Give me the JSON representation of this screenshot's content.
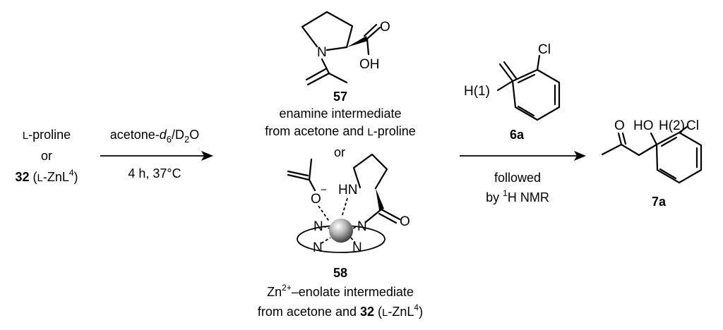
{
  "left_reagent": {
    "line1": "L-proline",
    "line1_prefix": "L",
    "line1_rest": "-proline",
    "or": "or",
    "compound_num": "32",
    "catalyst": "(L-ZnL4)",
    "catalyst_open": " (",
    "catalyst_L": "L",
    "catalyst_mid": "-ZnL",
    "catalyst_sup": "4",
    "catalyst_close": ")"
  },
  "arrow1": {
    "top": "acetone-d6/D2O",
    "top_a": "acetone-",
    "top_d": "d",
    "top_6": "6",
    "top_b": "/D",
    "top_2": "2",
    "top_c": "O",
    "bottom": "4 h, 37°C"
  },
  "intermediate_57": {
    "num": "57",
    "label1": "enamine intermediate",
    "label2": "from acetone and L-proline",
    "label2_a": "from acetone and ",
    "label2_L": "L",
    "label2_b": "-proline",
    "atoms": {
      "N": "N",
      "OH": "OH",
      "O": "O"
    }
  },
  "or_middle": "or",
  "intermediate_58": {
    "num": "58",
    "label1": "Zn2+–enolate intermediate",
    "label1_a": "Zn",
    "label1_sup": "2+",
    "label1_b": "–enolate intermediate",
    "label2": "from acetone and 32 (L-ZnL4)",
    "label2_a": "from acetone and ",
    "label2_num": "32",
    "label2_open": " (",
    "label2_L": "L",
    "label2_mid": "-ZnL",
    "label2_sup": "4",
    "label2_close": ")",
    "atoms": {
      "O": "O",
      "minus": "−",
      "HN": "HN",
      "N": "N",
      "O2": "O"
    }
  },
  "aldehyde_6a": {
    "num": "6a",
    "atoms": {
      "H1": "H(1)",
      "Cl": "Cl"
    }
  },
  "arrow2": {
    "bottom1": "followed",
    "bottom2": "by 1H NMR",
    "bottom2_a": "by ",
    "bottom2_sup": "1",
    "bottom2_b": "H NMR"
  },
  "product_7a": {
    "num": "7a",
    "atoms": {
      "O": "O",
      "HO": "HO",
      "H2": "H(2)",
      "Cl": "Cl"
    }
  }
}
